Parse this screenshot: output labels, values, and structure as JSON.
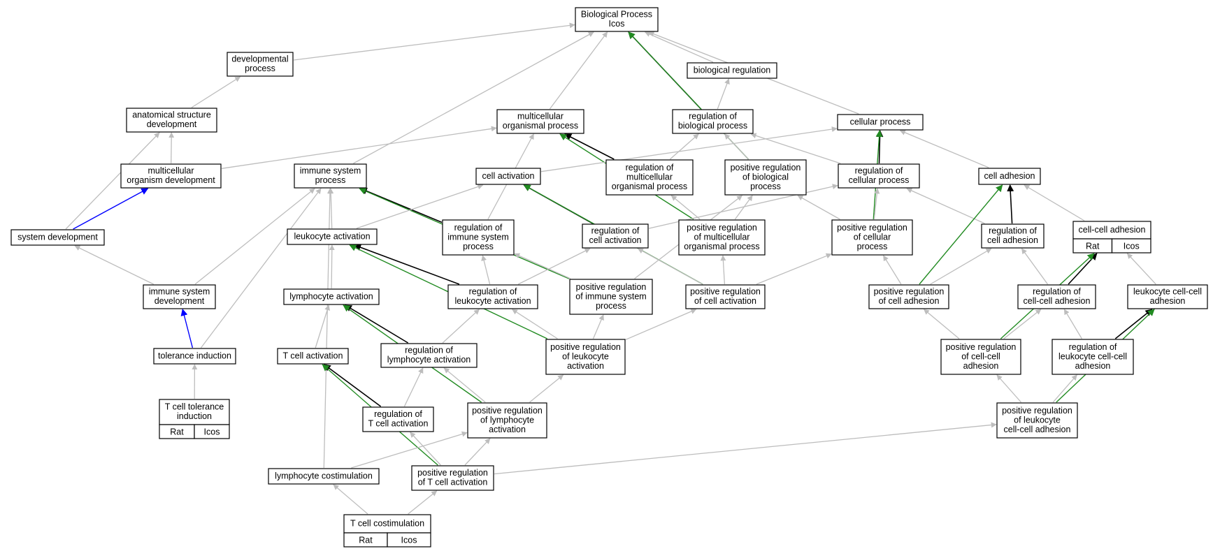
{
  "colors": {
    "regular": "#bdbdbd",
    "is_a": "#000000",
    "positively_regulates": "#228b22",
    "part_of": "#0000ff",
    "annotation_fill": "#ffd700"
  },
  "nodes": [
    {
      "id": "bp",
      "lines": [
        "Biological Process",
        "Icos"
      ]
    },
    {
      "id": "dev",
      "lines": [
        "developmental",
        "process"
      ]
    },
    {
      "id": "bioreg",
      "lines": [
        "biological regulation"
      ]
    },
    {
      "id": "asd",
      "lines": [
        "anatomical structure",
        "development"
      ]
    },
    {
      "id": "mop",
      "lines": [
        "multicellular",
        "organismal process"
      ]
    },
    {
      "id": "rbp",
      "lines": [
        "regulation of",
        "biological process"
      ]
    },
    {
      "id": "cp",
      "lines": [
        "cellular process"
      ]
    },
    {
      "id": "mod",
      "lines": [
        "multicellular",
        "organism development"
      ]
    },
    {
      "id": "isp",
      "lines": [
        "immune system",
        "process"
      ]
    },
    {
      "id": "ca",
      "lines": [
        "cell activation"
      ]
    },
    {
      "id": "rmop",
      "lines": [
        "regulation of",
        "multicellular",
        "organismal process"
      ]
    },
    {
      "id": "prbp",
      "lines": [
        "positive regulation",
        "of biological",
        "process"
      ]
    },
    {
      "id": "rcp",
      "lines": [
        "regulation of",
        "cellular process"
      ]
    },
    {
      "id": "cadh",
      "lines": [
        "cell adhesion"
      ]
    },
    {
      "id": "sd",
      "lines": [
        "system development"
      ]
    },
    {
      "id": "la",
      "lines": [
        "leukocyte activation"
      ]
    },
    {
      "id": "risp",
      "lines": [
        "regulation of",
        "immune system",
        "process"
      ]
    },
    {
      "id": "rca",
      "lines": [
        "regulation of",
        "cell activation"
      ]
    },
    {
      "id": "prmop",
      "lines": [
        "positive regulation",
        "of multicellular",
        "organismal process"
      ]
    },
    {
      "id": "prcp",
      "lines": [
        "positive regulation",
        "of cellular",
        "process"
      ]
    },
    {
      "id": "rcadh",
      "lines": [
        "regulation of",
        "cell adhesion"
      ]
    },
    {
      "id": "isd",
      "lines": [
        "immune system",
        "development"
      ]
    },
    {
      "id": "lya",
      "lines": [
        "lymphocyte activation"
      ]
    },
    {
      "id": "rla",
      "lines": [
        "regulation of",
        "leukocyte activation"
      ]
    },
    {
      "id": "prisp",
      "lines": [
        "positive regulation",
        "of immune system",
        "process"
      ]
    },
    {
      "id": "prca",
      "lines": [
        "positive regulation",
        "of cell activation"
      ]
    },
    {
      "id": "prcadh",
      "lines": [
        "positive regulation",
        "of cell adhesion"
      ]
    },
    {
      "id": "rccadh",
      "lines": [
        "regulation of",
        "cell-cell adhesion"
      ]
    },
    {
      "id": "lccadh",
      "lines": [
        "leukocyte cell-cell",
        "adhesion"
      ]
    },
    {
      "id": "ti",
      "lines": [
        "tolerance induction"
      ]
    },
    {
      "id": "tca",
      "lines": [
        "T cell activation"
      ]
    },
    {
      "id": "rlya",
      "lines": [
        "regulation of",
        "lymphocyte activation"
      ]
    },
    {
      "id": "prla",
      "lines": [
        "positive regulation",
        "of leukocyte",
        "activation"
      ]
    },
    {
      "id": "prccadh",
      "lines": [
        "positive regulation",
        "of cell-cell",
        "adhesion"
      ]
    },
    {
      "id": "rlccadh",
      "lines": [
        "regulation of",
        "leukocyte cell-cell",
        "adhesion"
      ]
    },
    {
      "id": "rtca",
      "lines": [
        "regulation of",
        "T cell activation"
      ]
    },
    {
      "id": "prlya",
      "lines": [
        "positive regulation",
        "of lymphocyte",
        "activation"
      ]
    },
    {
      "id": "prlccadh",
      "lines": [
        "positive regulation",
        "of leukocyte",
        "cell-cell adhesion"
      ]
    },
    {
      "id": "lcs",
      "lines": [
        "lymphocyte costimulation"
      ]
    },
    {
      "id": "prtca",
      "lines": [
        "positive regulation",
        "of T cell activation"
      ]
    },
    {
      "id": "tti",
      "lines": [
        "T cell tolerance",
        "induction"
      ],
      "annotations": [
        "Rat",
        "Icos"
      ]
    },
    {
      "id": "ccadh",
      "lines": [
        "cell-cell adhesion"
      ],
      "annotations": [
        "Rat",
        "Icos"
      ]
    },
    {
      "id": "tcs",
      "lines": [
        "T cell costimulation"
      ],
      "annotations": [
        "Rat",
        "Icos"
      ]
    }
  ],
  "edges": [
    {
      "from": "dev",
      "to": "bp",
      "type": "regular"
    },
    {
      "from": "isp",
      "to": "bp",
      "type": "regular"
    },
    {
      "from": "mop",
      "to": "bp",
      "type": "regular"
    },
    {
      "from": "rbp",
      "to": "bp",
      "type": "is_a"
    },
    {
      "from": "prbp",
      "to": "bp",
      "type": "positively_regulates"
    },
    {
      "from": "bioreg",
      "to": "bp",
      "type": "regular"
    },
    {
      "from": "cp",
      "to": "bp",
      "type": "regular"
    },
    {
      "from": "asd",
      "to": "dev",
      "type": "regular"
    },
    {
      "from": "rbp",
      "to": "bioreg",
      "type": "regular"
    },
    {
      "from": "mod",
      "to": "asd",
      "type": "regular"
    },
    {
      "from": "sd",
      "to": "asd",
      "type": "regular"
    },
    {
      "from": "mod",
      "to": "mop",
      "type": "regular"
    },
    {
      "from": "risp",
      "to": "mop",
      "type": "regular"
    },
    {
      "from": "rmop",
      "to": "mop",
      "type": "is_a"
    },
    {
      "from": "prmop",
      "to": "mop",
      "type": "positively_regulates"
    },
    {
      "from": "rmop",
      "to": "rbp",
      "type": "regular"
    },
    {
      "from": "prbp",
      "to": "rbp",
      "type": "regular"
    },
    {
      "from": "rcp",
      "to": "rbp",
      "type": "regular"
    },
    {
      "from": "ca",
      "to": "cp",
      "type": "regular"
    },
    {
      "from": "rcp",
      "to": "cp",
      "type": "is_a"
    },
    {
      "from": "cadh",
      "to": "cp",
      "type": "regular"
    },
    {
      "from": "prcp",
      "to": "cp",
      "type": "positively_regulates"
    },
    {
      "from": "sd",
      "to": "mod",
      "type": "part_of"
    },
    {
      "from": "la",
      "to": "isp",
      "type": "regular"
    },
    {
      "from": "risp",
      "to": "isp",
      "type": "is_a"
    },
    {
      "from": "prisp",
      "to": "isp",
      "type": "positively_regulates"
    },
    {
      "from": "isd",
      "to": "isp",
      "type": "regular"
    },
    {
      "from": "ti",
      "to": "isp",
      "type": "regular"
    },
    {
      "from": "lcs",
      "to": "isp",
      "type": "regular"
    },
    {
      "from": "la",
      "to": "ca",
      "type": "regular"
    },
    {
      "from": "rca",
      "to": "ca",
      "type": "is_a"
    },
    {
      "from": "prca",
      "to": "ca",
      "type": "positively_regulates"
    },
    {
      "from": "prmop",
      "to": "rmop",
      "type": "regular"
    },
    {
      "from": "prmop",
      "to": "prbp",
      "type": "regular"
    },
    {
      "from": "prisp",
      "to": "prbp",
      "type": "regular"
    },
    {
      "from": "prcp",
      "to": "prbp",
      "type": "regular"
    },
    {
      "from": "rca",
      "to": "rcp",
      "type": "regular"
    },
    {
      "from": "prcp",
      "to": "rcp",
      "type": "regular"
    },
    {
      "from": "rcadh",
      "to": "rcp",
      "type": "regular"
    },
    {
      "from": "rcadh",
      "to": "cadh",
      "type": "is_a"
    },
    {
      "from": "prcadh",
      "to": "cadh",
      "type": "positively_regulates"
    },
    {
      "from": "ccadh",
      "to": "cadh",
      "type": "regular"
    },
    {
      "from": "isd",
      "to": "sd",
      "type": "regular"
    },
    {
      "from": "lya",
      "to": "la",
      "type": "regular"
    },
    {
      "from": "rla",
      "to": "la",
      "type": "is_a"
    },
    {
      "from": "prla",
      "to": "la",
      "type": "positively_regulates"
    },
    {
      "from": "rla",
      "to": "risp",
      "type": "regular"
    },
    {
      "from": "prisp",
      "to": "risp",
      "type": "regular"
    },
    {
      "from": "rla",
      "to": "rca",
      "type": "regular"
    },
    {
      "from": "prca",
      "to": "rca",
      "type": "regular"
    },
    {
      "from": "prca",
      "to": "prmop",
      "type": "regular"
    },
    {
      "from": "prca",
      "to": "prcp",
      "type": "regular"
    },
    {
      "from": "prcadh",
      "to": "prcp",
      "type": "regular"
    },
    {
      "from": "prcadh",
      "to": "rcadh",
      "type": "regular"
    },
    {
      "from": "rccadh",
      "to": "rcadh",
      "type": "regular"
    },
    {
      "from": "rccadh",
      "to": "ccadh",
      "type": "is_a"
    },
    {
      "from": "prccadh",
      "to": "ccadh",
      "type": "positively_regulates"
    },
    {
      "from": "lccadh",
      "to": "ccadh",
      "type": "regular"
    },
    {
      "from": "ti",
      "to": "isd",
      "type": "part_of"
    },
    {
      "from": "tca",
      "to": "lya",
      "type": "regular"
    },
    {
      "from": "rlya",
      "to": "lya",
      "type": "is_a"
    },
    {
      "from": "prlya",
      "to": "lya",
      "type": "positively_regulates"
    },
    {
      "from": "rlya",
      "to": "rla",
      "type": "regular"
    },
    {
      "from": "prla",
      "to": "rla",
      "type": "regular"
    },
    {
      "from": "prla",
      "to": "prisp",
      "type": "regular"
    },
    {
      "from": "prla",
      "to": "prca",
      "type": "regular"
    },
    {
      "from": "prccadh",
      "to": "prcadh",
      "type": "regular"
    },
    {
      "from": "prccadh",
      "to": "rccadh",
      "type": "regular"
    },
    {
      "from": "rlccadh",
      "to": "rccadh",
      "type": "regular"
    },
    {
      "from": "rlccadh",
      "to": "lccadh",
      "type": "is_a"
    },
    {
      "from": "prlccadh",
      "to": "lccadh",
      "type": "positively_regulates"
    },
    {
      "from": "tti",
      "to": "ti",
      "type": "regular"
    },
    {
      "from": "rtca",
      "to": "tca",
      "type": "is_a"
    },
    {
      "from": "prtca",
      "to": "tca",
      "type": "positively_regulates"
    },
    {
      "from": "rtca",
      "to": "rlya",
      "type": "regular"
    },
    {
      "from": "prlya",
      "to": "rlya",
      "type": "regular"
    },
    {
      "from": "prlya",
      "to": "prla",
      "type": "regular"
    },
    {
      "from": "prlccadh",
      "to": "prccadh",
      "type": "regular"
    },
    {
      "from": "prlccadh",
      "to": "rlccadh",
      "type": "regular"
    },
    {
      "from": "prtca",
      "to": "rtca",
      "type": "regular"
    },
    {
      "from": "prtca",
      "to": "prlya",
      "type": "regular"
    },
    {
      "from": "lcs",
      "to": "prlya",
      "type": "regular"
    },
    {
      "from": "prtca",
      "to": "prlccadh",
      "type": "regular"
    },
    {
      "from": "tcs",
      "to": "lcs",
      "type": "regular"
    },
    {
      "from": "tcs",
      "to": "prtca",
      "type": "regular"
    }
  ]
}
